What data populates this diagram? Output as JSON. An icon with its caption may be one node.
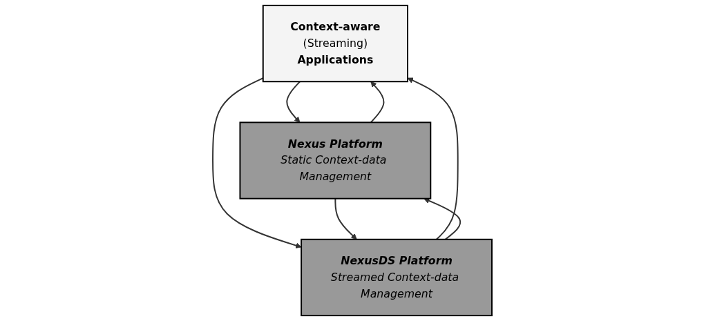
{
  "diagram": {
    "nodes": [
      {
        "text": [
          "Context-aware",
          "(Streaming)",
          "Applications"
        ]
      },
      {
        "text": [
          "NexusDS Platform",
          "Streamed Context-data Management"
        ]
      },
      {
        "text": [
          "Nexus Platform",
          "Static Context-data Management"
        ]
      }
    ],
    "edges": [
      {
        "from": 0,
        "to": 2,
        "arrow": "to"
      },
      {
        "from": 2,
        "to": 0,
        "arrow": "to"
      },
      {
        "from": 0,
        "to": 1,
        "arrow": "to"
      },
      {
        "from": 1,
        "to": 0,
        "arrow": "to"
      },
      {
        "from": 1,
        "to": 2,
        "arrow": "to"
      },
      {
        "from": 2,
        "to": 1,
        "arrow": "to"
      }
    ]
  }
}
